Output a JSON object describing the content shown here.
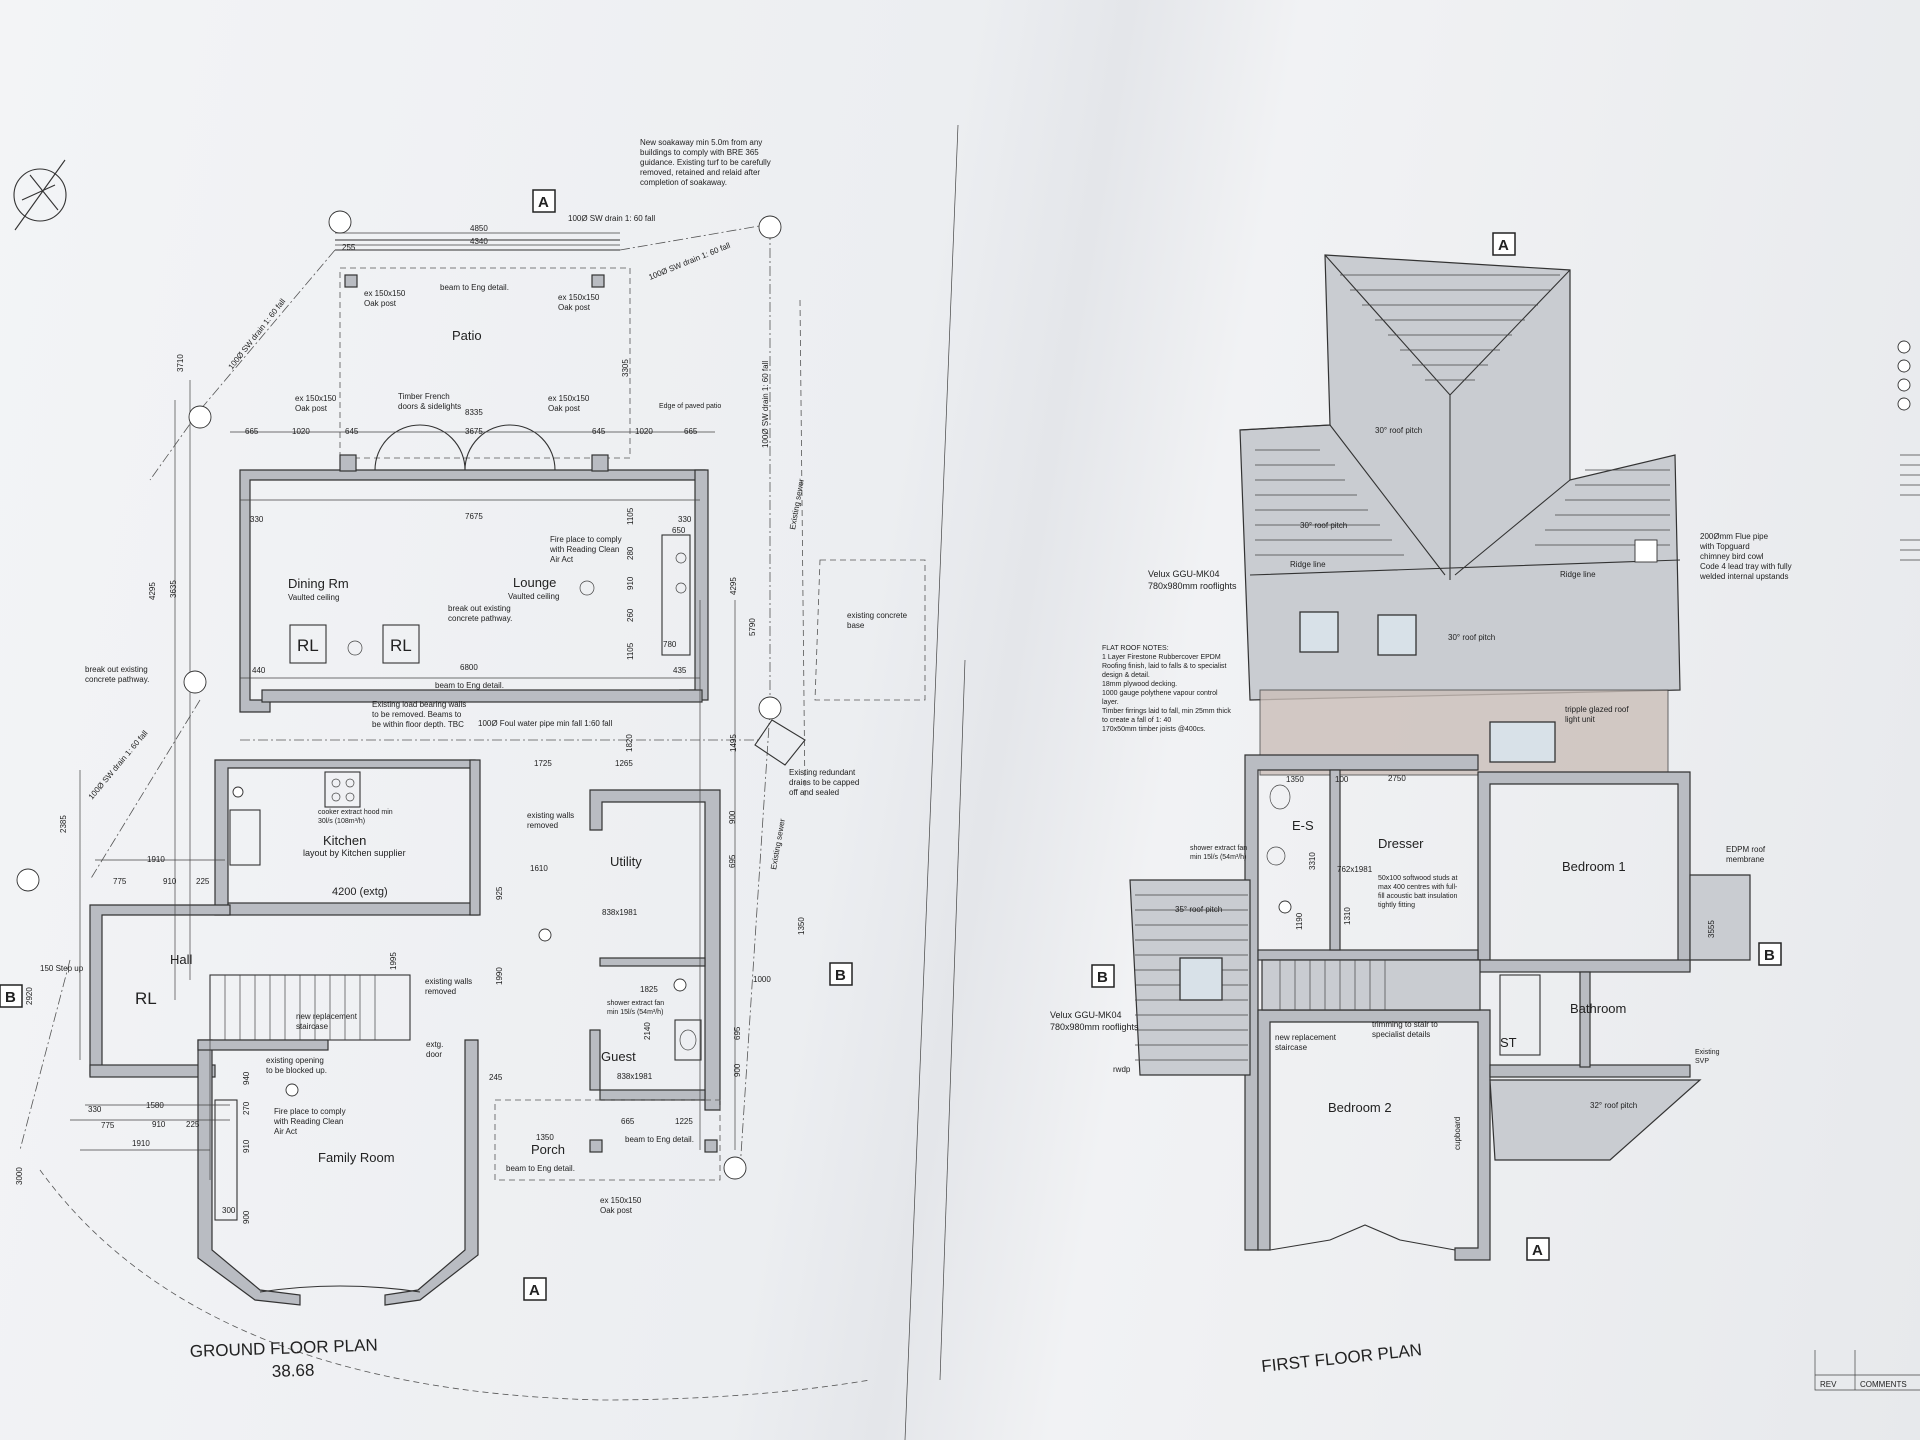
{
  "drawings": {
    "ground_floor": {
      "title": "GROUND FLOOR PLAN",
      "subtitle": "38.68",
      "rooms": {
        "patio": "Patio",
        "dining": "Dining Rm",
        "dining_sub": "Vaulted ceiling",
        "lounge": "Lounge",
        "lounge_sub": "Vaulted ceiling",
        "kitchen": "Kitchen",
        "kitchen_sub": "layout by Kitchen supplier",
        "utility": "Utility",
        "hall": "Hall",
        "guest": "Guest",
        "porch": "Porch",
        "family": "Family Room"
      },
      "rooflights": [
        "RL",
        "RL"
      ],
      "notes": {
        "soakaway": [
          "New soakaway min 5.0m from any",
          "buildings to comply with BRE 365",
          "guidance. Existing turf to be carefully",
          "removed, retained and relaid after",
          "completion of soakaway."
        ],
        "sw_drain_top": "100Ø SW drain 1: 60 fall",
        "sw_drain_diag": "100Ø SW drain 1: 60 fall",
        "sw_drain_left": "100Ø SW drain 1: 60 fall",
        "sw_drain_right": "100Ø SW drain 1: 60 fall",
        "sw_drain_lower": "100Ø SW drain 1: 60 fall",
        "foul": "100Ø Foul water pipe min fall 1:60 fall",
        "beam_top": "beam to Eng detail.",
        "beam_lounge": "beam to Eng detail.",
        "oak_top_l": [
          "ex 150x150",
          "Oak post"
        ],
        "oak_top_r": [
          "ex 150x150",
          "Oak post"
        ],
        "oak_mid_l": [
          "ex 150x150",
          "Oak post"
        ],
        "oak_mid_r": [
          "ex 150x150",
          "Oak post"
        ],
        "oak_bottom": [
          "ex 150x150",
          "Oak post"
        ],
        "timber_doors": [
          "Timber French",
          "doors & sidelights"
        ],
        "edge_paving": "Edge of paved patio",
        "fireplace_lounge": [
          "Fire place to comply",
          "with Reading Clean",
          "Air Act"
        ],
        "fireplace_family": [
          "Fire place to comply",
          "with Reading Clean",
          "Air Act"
        ],
        "break_path": [
          "break out existing",
          "concrete pathway."
        ],
        "break_path_left": [
          "break out existing",
          "concrete pathway."
        ],
        "load_walls": [
          "Existing load bearing walls",
          "to be removed. Beams to",
          "be within floor depth. TBC"
        ],
        "existing_concrete": [
          "existing concrete",
          "base"
        ],
        "existing_sewer": "Existing sewer",
        "existing_sewer2": "Existing sewer",
        "redundant": [
          "Existing redundant",
          "drains to be capped",
          "off and sealed"
        ],
        "cooker": [
          "cooker extract hood min",
          "30l/s (108m³/h)"
        ],
        "kitchen_width": "4200 (extg)",
        "existing_walls": [
          "existing walls",
          "removed"
        ],
        "existing_walls2": [
          "existing walls",
          "removed"
        ],
        "new_stair": [
          "new replacement",
          "staircase"
        ],
        "opening": [
          "existing opening",
          "to be blocked up."
        ],
        "shower_fan": [
          "shower extract fan",
          "min 15l/s (54m³/h)"
        ],
        "step": "150 Step up",
        "door_ext": [
          "extg.",
          "door"
        ],
        "guest_size": "838x1981",
        "utility_size": "838x1981",
        "beam_porch": "beam to Eng detail.",
        "beam_guest": "beam to Eng detail."
      },
      "dims": [
        "4850",
        "4340",
        "255",
        "3710",
        "8335",
        "665",
        "1020",
        "645",
        "3675",
        "645",
        "1020",
        "665",
        "330",
        "7675",
        "330",
        "650",
        "4295",
        "3635",
        "6800",
        "440",
        "435",
        "1105",
        "280",
        "910",
        "260",
        "1105",
        "780",
        "5790",
        "4295",
        "3305",
        "1725",
        "1265",
        "1610",
        "925",
        "1820",
        "1495",
        "2385",
        "1910",
        "775",
        "910",
        "225",
        "1995",
        "1990",
        "900",
        "695",
        "1350",
        "1000",
        "1825",
        "2140",
        "695",
        "900",
        "245",
        "1350",
        "665",
        "1225",
        "1580",
        "330",
        "775",
        "910",
        "225",
        "1910",
        "940",
        "270",
        "910",
        "300",
        "900",
        "2920",
        "3000"
      ]
    },
    "first_floor": {
      "title": "FIRST FLOOR PLAN",
      "rooms": {
        "es": "E-S",
        "dresser": "Dresser",
        "bed1": "Bedroom 1",
        "bed2": "Bedroom 2",
        "bath": "Bathroom",
        "st": "ST"
      },
      "notes": {
        "roof30a": "30° roof pitch",
        "roof30b": "30° roof pitch",
        "roof30c": "30° roof pitch",
        "roof35": "35° roof pitch",
        "roof32": "32° roof pitch",
        "velux_top": [
          "Velux GGU-MK04",
          "780x980mm rooflights"
        ],
        "velux_left": [
          "Velux GGU-MK04",
          "780x980mm rooflights"
        ],
        "flue": [
          "200Ømm Flue pipe",
          "with Topguard",
          "chimney bird cowl",
          "Code 4 lead tray with fully",
          "welded internal upstands"
        ],
        "flat_roof": [
          "FLAT ROOF NOTES:",
          "1 Layer Firestone Rubbercover EPDM",
          "Roofing finish, laid to falls & to specialist",
          "design & detail.",
          "18mm plywood decking.",
          "1000 gauge polythene vapour control",
          "layer.",
          "Timber firrings laid to fall, min 25mm thick",
          "to create a fall of 1: 40",
          "170x50mm timber joists @400cs."
        ],
        "triple": [
          "tripple glazed roof",
          "light unit"
        ],
        "edpm": [
          "EDPM roof",
          "membrane"
        ],
        "shower_fan": [
          "shower extract fan",
          "min 15l/s (54m³/h)"
        ],
        "studs": [
          "50x100 softwood studs at",
          "max 400 centres with full-",
          "fill acoustic batt insulation",
          "tightly fitting"
        ],
        "new_stair": [
          "new replacement",
          "staircase"
        ],
        "trimming": [
          "trimming to stair to",
          "specialist details"
        ],
        "cupboard": "cupboard",
        "ridge": "Ridge line",
        "hip": "Ridge line",
        "rwdp": "rwdp",
        "existing_svp": [
          "Existing",
          "SVP"
        ],
        "es_size": "762x1981",
        "d1350": "1350",
        "d2750": "2750",
        "d100": "100",
        "d3310": "3310",
        "d1190": "1190",
        "d1310": "1310",
        "d3555": "3555"
      }
    }
  },
  "section_markers": [
    "A",
    "A",
    "A",
    "A",
    "B",
    "B",
    "B",
    "B"
  ],
  "title_block": {
    "rev": "REV",
    "comments": "COMMENTS"
  },
  "colors": {
    "wall": "#b9bcc2",
    "line": "#333333",
    "flat_roof": "#cbbfb9"
  }
}
